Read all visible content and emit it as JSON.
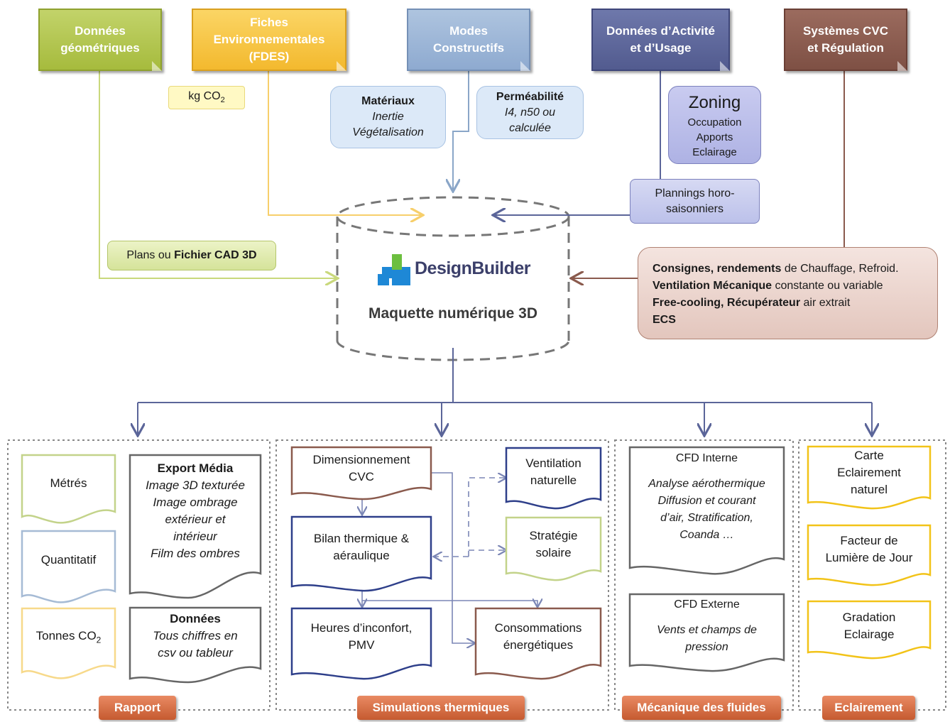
{
  "top_boxes": {
    "geometry": {
      "line1": "Données",
      "line2": "géométriques"
    },
    "fdes": {
      "line1": "Fiches",
      "line2": "Environnementales",
      "line3": "(FDES)"
    },
    "modes": {
      "line1": "Modes",
      "line2": "Constructifs"
    },
    "activity": {
      "line1": "Données d’Activité",
      "line2": "et d’Usage"
    },
    "cvc": {
      "line1": "Systèmes CVC",
      "line2": "et Régulation"
    }
  },
  "kgco2": {
    "text": "kg CO",
    "sub": "2"
  },
  "materiaux": {
    "title": "Matériaux",
    "line1": "Inertie",
    "line2": "Végétalisation"
  },
  "permeabilite": {
    "title": "Perméabilité",
    "line1": "I4, n50 ou",
    "line2": "calculée"
  },
  "zoning": {
    "title": "Zoning",
    "line1": "Occupation",
    "line2": "Apports",
    "line3": "Eclairage"
  },
  "plannings": {
    "line1": "Plannings horo-",
    "line2": "saisonniers"
  },
  "plans": {
    "prefix": "Plans ou ",
    "bold": "Fichier CAD 3D"
  },
  "consignes": {
    "l1_bold": "Consignes, rendements",
    "l1_rest": " de Chauffage, Refroid.",
    "l2_bold": "Ventilation Mécanique",
    "l2_rest": " constante ou variable",
    "l3_bold": "Free-cooling, Récupérateur",
    "l3_rest": " air extrait",
    "l4_bold": "ECS"
  },
  "center": {
    "logo_text": "DesignBuilder",
    "title": "Maquette numérique 3D"
  },
  "rapport": {
    "metres": "Métrés",
    "quantitatif": "Quantitatif",
    "tonnes": "Tonnes CO",
    "tonnes_sub": "2",
    "export_title": "Export Média",
    "export_lines": [
      "Image 3D texturée",
      "Image ombrage",
      "extérieur et",
      "intérieur",
      "Film des ombres"
    ],
    "donnees_title": "Données",
    "donnees_lines": [
      "Tous chiffres en",
      "csv ou tableur"
    ],
    "tag": "Rapport"
  },
  "simulations": {
    "dimensionnement": [
      "Dimensionnement",
      "CVC"
    ],
    "bilan": [
      "Bilan thermique &",
      "aéraulique"
    ],
    "heures": [
      "Heures d’inconfort,",
      "PMV"
    ],
    "ventilation": [
      "Ventilation",
      "naturelle"
    ],
    "strategie": [
      "Stratégie",
      "solaire"
    ],
    "consommations": [
      "Consommations",
      "énergétiques"
    ],
    "tag": "Simulations thermiques"
  },
  "fluides": {
    "cfd_int_title": "CFD Interne",
    "cfd_int_lines": [
      "Analyse aérothermique",
      "Diffusion et courant",
      "d’air, Stratification,",
      "Coanda …"
    ],
    "cfd_ext_title": "CFD Externe",
    "cfd_ext_lines": [
      "Vents et champs de",
      "pression"
    ],
    "tag": "Mécanique des fluides"
  },
  "eclairement": {
    "carte": [
      "Carte",
      "Eclairement",
      "naturel"
    ],
    "facteur": [
      "Facteur de",
      "Lumière de Jour"
    ],
    "gradation": [
      "Gradation",
      "Eclairage"
    ],
    "tag": "Eclairement"
  },
  "colors": {
    "geometry": "#a9c23f",
    "fdes": "#f7c242",
    "modes": "#95b3d7",
    "activity": "#5b6599",
    "cvc": "#8a5a4d",
    "section_border": "#888888",
    "tag": "#d9693e"
  }
}
